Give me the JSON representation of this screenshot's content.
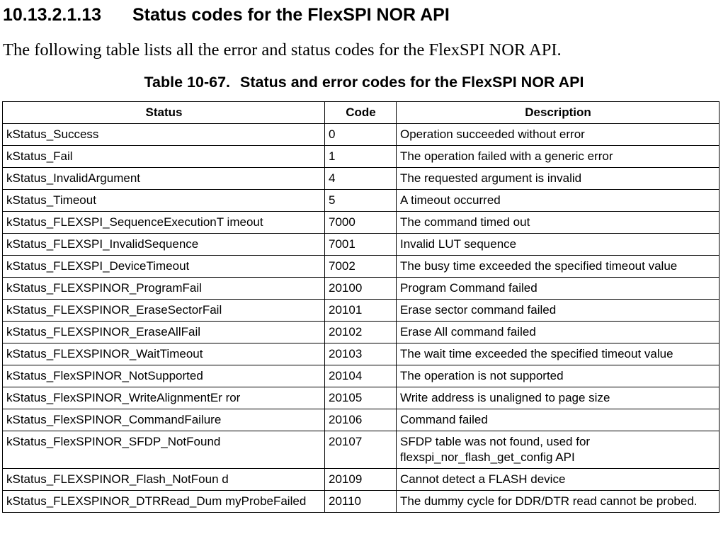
{
  "section": {
    "number": "10.13.2.1.13",
    "title": "Status codes for the FlexSPI NOR API"
  },
  "intro": "The following table lists all the error and status codes for the FlexSPI NOR API.",
  "table": {
    "caption_number": "Table 10-67.",
    "caption_title": "Status and error codes for the FlexSPI NOR API",
    "headers": [
      "Status",
      "Code",
      "Description"
    ],
    "rows": [
      {
        "status": "kStatus_Success",
        "code": "0",
        "description": "Operation succeeded without error"
      },
      {
        "status": "kStatus_Fail",
        "code": "1",
        "description": "The operation failed with a generic error"
      },
      {
        "status": "kStatus_InvalidArgument",
        "code": "4",
        "description": "The requested argument is invalid"
      },
      {
        "status": "kStatus_Timeout",
        "code": "5",
        "description": "A timeout occurred"
      },
      {
        "status": "kStatus_FLEXSPI_SequenceExecutionT imeout",
        "code": "7000",
        "description": "The command timed out"
      },
      {
        "status": "kStatus_FLEXSPI_InvalidSequence",
        "code": "7001",
        "description": "Invalid LUT sequence"
      },
      {
        "status": "kStatus_FLEXSPI_DeviceTimeout",
        "code": "7002",
        "description": "The busy time exceeded the specified timeout value"
      },
      {
        "status": "kStatus_FLEXSPINOR_ProgramFail",
        "code": "20100",
        "description": "Program Command failed"
      },
      {
        "status": "kStatus_FLEXSPINOR_EraseSectorFail",
        "code": "20101",
        "description": "Erase sector command failed"
      },
      {
        "status": "kStatus_FLEXSPINOR_EraseAllFail",
        "code": "20102",
        "description": "Erase All command failed"
      },
      {
        "status": "kStatus_FLEXSPINOR_WaitTimeout",
        "code": "20103",
        "description": "The wait time exceeded the specified timeout value"
      },
      {
        "status": "kStatus_FlexSPINOR_NotSupported",
        "code": "20104",
        "description": "The operation is not supported"
      },
      {
        "status": "kStatus_FlexSPINOR_WriteAlignmentEr ror",
        "code": "20105",
        "description": "Write address is unaligned to page size"
      },
      {
        "status": "kStatus_FlexSPINOR_CommandFailure",
        "code": "20106",
        "description": "Command failed"
      },
      {
        "status": "kStatus_FlexSPINOR_SFDP_NotFound",
        "code": "20107",
        "description": "SFDP table was not found, used for flexspi_nor_flash_get_config API"
      },
      {
        "status": "kStatus_FLEXSPINOR_Flash_NotFoun d",
        "code": "20109",
        "description": "Cannot detect a FLASH device"
      },
      {
        "status": "kStatus_FLEXSPINOR_DTRRead_Dum myProbeFailed",
        "code": "20110",
        "description": "The dummy cycle for DDR/DTR read cannot be probed."
      }
    ]
  }
}
